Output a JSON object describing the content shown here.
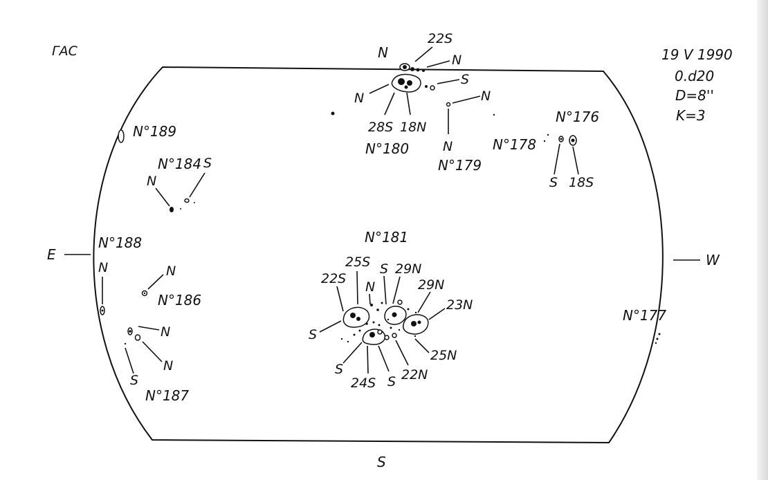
{
  "header": {
    "institution": "ГАС",
    "date": "19 V 1990",
    "time": "0.d20",
    "disk": "D=8''",
    "quality": "K=3"
  },
  "cardinals": {
    "north": "N",
    "south": "S",
    "east": "E",
    "west": "W"
  },
  "groups": {
    "g176": "N°176",
    "g177": "N°177",
    "g178": "N°178",
    "g179": "N°179",
    "g180": "N°180",
    "g181": "N°181",
    "g184": "N°184",
    "g186": "N°186",
    "g187": "N°187",
    "g188": "N°188",
    "g189": "N°189"
  },
  "labels": {
    "top_22s": "22S",
    "top_n1": "N",
    "top_s": "S",
    "top_n2": "N",
    "top_28s": "28S",
    "top_18n": "18N",
    "g179_n_right": "N",
    "g179_n_below": "N",
    "g176_s": "S",
    "g176_18s": "18S",
    "g184_n": "N",
    "g184_s": "S",
    "g188_n": "N",
    "g186_n": "N",
    "g187_n1": "N",
    "g187_n2": "N",
    "g187_s": "S",
    "g181_25s": "25S",
    "g181_22s": "22S",
    "g181_n": "N",
    "g181_s_top": "S",
    "g181_29n_a": "29N",
    "g181_29n_b": "29N",
    "g181_23n": "23N",
    "g181_s_left": "S",
    "g181_s_bl": "S",
    "g181_24s": "24S",
    "g181_s_bot": "S",
    "g181_22n": "22N",
    "g181_25n": "25N"
  }
}
